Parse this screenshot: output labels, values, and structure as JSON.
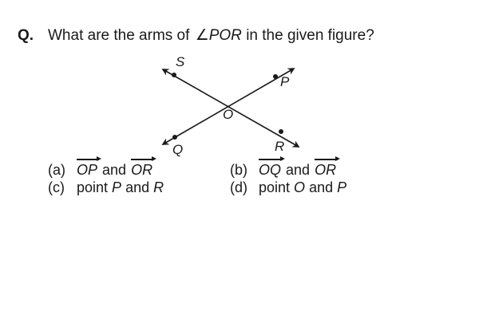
{
  "question": {
    "label": "Q.",
    "text_before": "What are the arms of ",
    "angle_symbol": "∠",
    "angle_name": "POR",
    "text_after": " in the given figure?"
  },
  "figure": {
    "points": {
      "S": "S",
      "P": "P",
      "O": "O",
      "Q": "Q",
      "R": "R"
    }
  },
  "options": {
    "a": {
      "letter": "(a)",
      "ray1": "OP",
      "conj": "and",
      "ray2": "OR"
    },
    "b": {
      "letter": "(b)",
      "ray1": "OQ",
      "conj": "and",
      "ray2": "OR"
    },
    "c": {
      "letter": "(c)",
      "pre": "point ",
      "p1": "P",
      "conj": " and ",
      "p2": "R"
    },
    "d": {
      "letter": "(d)",
      "pre": "point ",
      "p1": "O",
      "conj": " and ",
      "p2": "P"
    }
  }
}
